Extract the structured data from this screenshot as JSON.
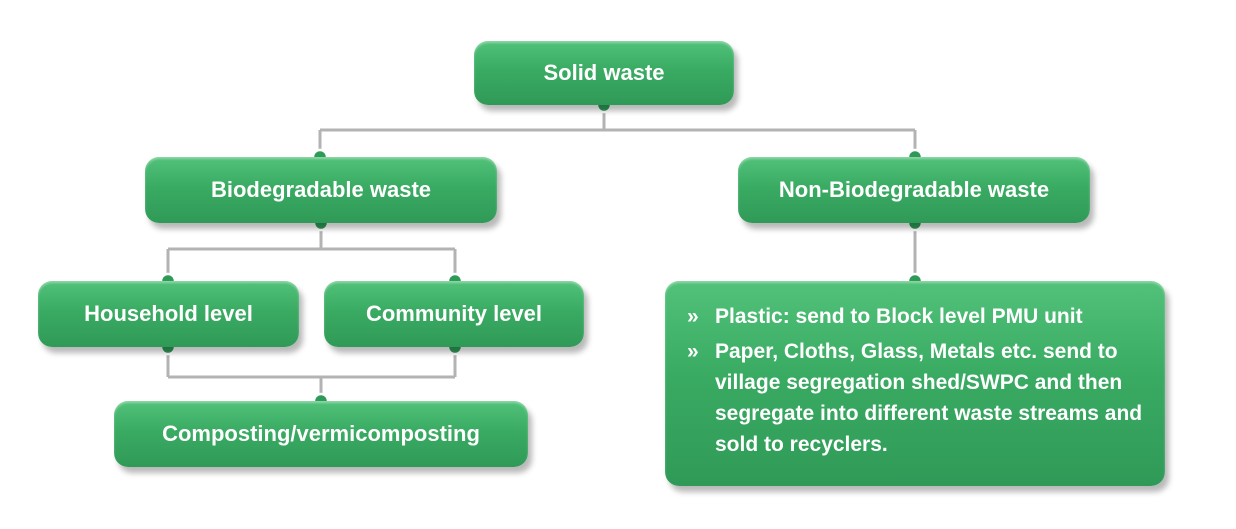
{
  "nodes": {
    "solid_waste": "Solid waste",
    "biodegradable": "Biodegradable waste",
    "non_biodegradable": "Non-Biodegradable waste",
    "household": "Household level",
    "community": "Community level",
    "composting": "Composting/vermicomposting"
  },
  "non_bio_details": {
    "bullet_symbol": "»",
    "items": [
      "Plastic: send to Block level PMU unit",
      "Paper, Cloths, Glass, Metals etc. send to village segregation shed/SWPC and then segregate into different waste streams and sold to recyclers."
    ]
  },
  "colors": {
    "node_fill": "#3aab63",
    "connector_line": "#b3b3b3",
    "connector_dot": "#2f9a57"
  }
}
